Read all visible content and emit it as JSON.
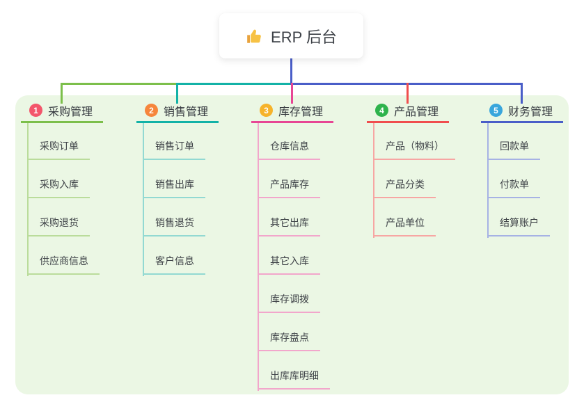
{
  "root": {
    "icon": "thumbs-up",
    "title": "ERP 后台"
  },
  "colors": {
    "panel_bg": "#ebf7e4",
    "root_connector": "#4a5ec8",
    "title_text": "#3d4147",
    "header_text": "#35393f",
    "child_text": "#3e4247"
  },
  "branches": [
    {
      "num": "1",
      "label": "采购管理",
      "badge_color": "#f3566b",
      "line_color": "#7cbf4b",
      "light_color": "#badc9b",
      "children": [
        "采购订单",
        "采购入库",
        "采购退货",
        "供应商信息"
      ]
    },
    {
      "num": "2",
      "label": "销售管理",
      "badge_color": "#f6863c",
      "line_color": "#13b2a7",
      "light_color": "#92d9d2",
      "children": [
        "销售订单",
        "销售出库",
        "销售退货",
        "客户信息"
      ]
    },
    {
      "num": "3",
      "label": "库存管理",
      "badge_color": "#f6b32b",
      "line_color": "#e74694",
      "light_color": "#f2a6cb",
      "children": [
        "仓库信息",
        "产品库存",
        "其它出库",
        "其它入库",
        "库存调拨",
        "库存盘点",
        "出库库明细"
      ]
    },
    {
      "num": "4",
      "label": "产品管理",
      "badge_color": "#2eb34c",
      "line_color": "#f04e4e",
      "light_color": "#f7a6a3",
      "children": [
        "产品（物料）",
        "产品分类",
        "产品单位"
      ]
    },
    {
      "num": "5",
      "label": "财务管理",
      "badge_color": "#39a6dc",
      "line_color": "#4a5ec8",
      "light_color": "#a6b2e4",
      "children": [
        "回款单",
        "付款单",
        "结算账户"
      ]
    }
  ]
}
